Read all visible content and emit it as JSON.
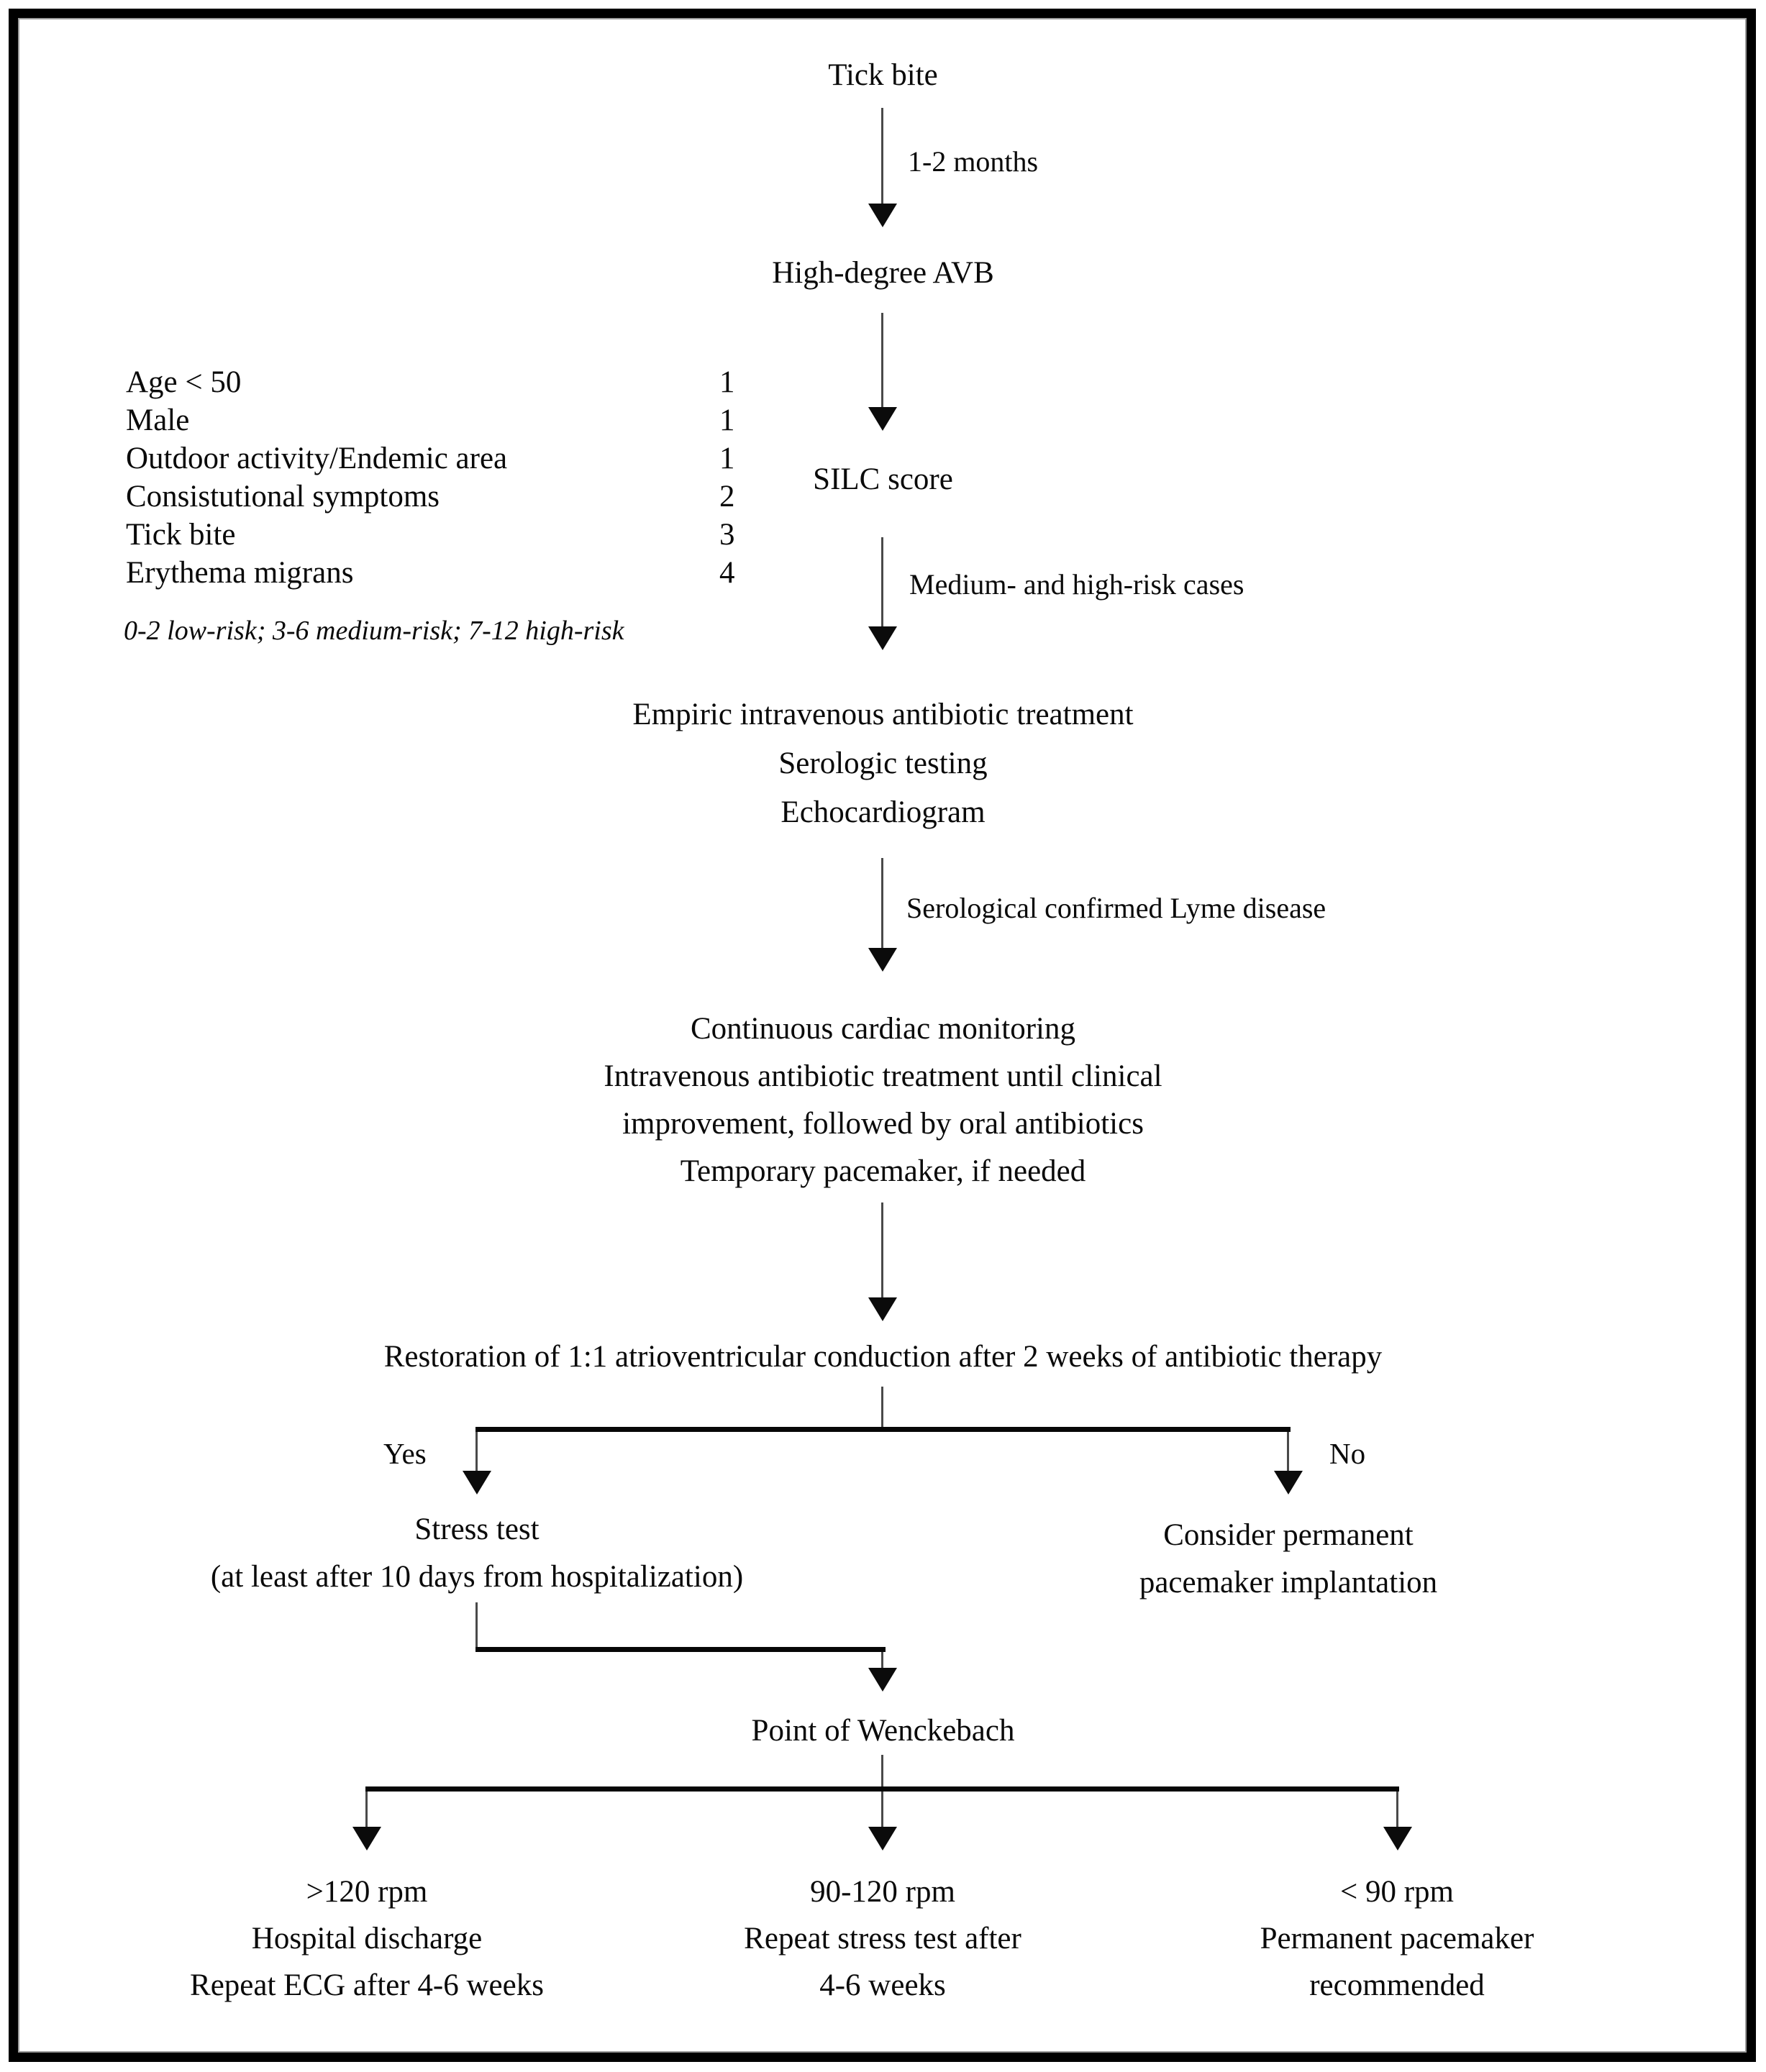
{
  "figure": {
    "type": "flowchart",
    "topic": "Management of high-degree AVB after tick bite (Lyme carditis)"
  },
  "nodes": {
    "tick_bite": "Tick bite",
    "high_degree_avb": "High-degree AVB",
    "silc_score": "SILC score",
    "empiric": [
      "Empiric intravenous antibiotic treatment",
      "Serologic testing",
      "Echocardiogram"
    ],
    "monitoring": [
      "Continuous cardiac monitoring",
      "Intravenous antibiotic treatment until clinical",
      "improvement, followed by oral antibiotics",
      "Temporary pacemaker, if needed"
    ],
    "restoration": "Restoration of 1:1 atrioventricular conduction after 2 weeks of antibiotic therapy",
    "stress_test": [
      "Stress test",
      "(at least after 10 days from hospitalization)"
    ],
    "consider_ppm": [
      "Consider permanent",
      "pacemaker implantation"
    ],
    "wenckebach": "Point of Wenckebach",
    "outcome_gt120": [
      ">120 rpm",
      "Hospital discharge",
      "Repeat ECG  after 4-6 weeks"
    ],
    "outcome_90_120": [
      "90-120 rpm",
      "Repeat stress test after",
      "4-6 weeks"
    ],
    "outcome_lt90": [
      "< 90 rpm",
      "Permanent pacemaker",
      "recommended"
    ]
  },
  "edge_labels": {
    "tick_to_avb": "1-2 months",
    "silc_to_treatment": "Medium- and high-risk cases",
    "treatment_to_monitoring": "Serological confirmed Lyme disease",
    "yes": "Yes",
    "no": "No"
  },
  "silc_table": {
    "rows": [
      {
        "label": "Age < 50",
        "points": "1"
      },
      {
        "label": "Male",
        "points": "1"
      },
      {
        "label": "Outdoor activity/Endemic area",
        "points": "1"
      },
      {
        "label": "Consistutional symptoms",
        "points": "2"
      },
      {
        "label": "Tick bite",
        "points": "3"
      },
      {
        "label": "Erythema migrans",
        "points": "4"
      }
    ],
    "legend": "0-2 low-risk;  3-6 medium-risk; 7-12 high-risk"
  },
  "colors": {
    "background": "#ffffff",
    "border": "#000000",
    "text": "#0a0a0a",
    "thin_line": "#4a4a4a",
    "thick_line": "#070707"
  }
}
